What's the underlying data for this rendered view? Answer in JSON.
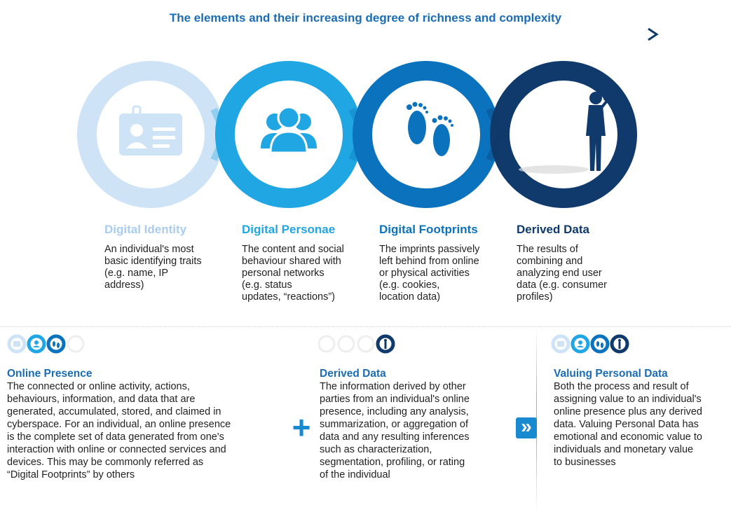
{
  "header": {
    "title": "The elements and their increasing degree of richness and complexity"
  },
  "colors": {
    "identity": "#cfe3f7",
    "personae": "#20a6e2",
    "footprints": "#0b72bd",
    "derived": "#0f3a6b",
    "accent": "#1a6db5"
  },
  "stages": [
    {
      "title": "Digital Identity",
      "description": [
        "An individual's most",
        "basic identifying traits",
        "(e.g. name, IP",
        "address)"
      ],
      "icon": "id-badge-icon"
    },
    {
      "title": "Digital Personae",
      "description": [
        "The content and social",
        "behaviour shared with",
        "personal networks",
        "(e.g. status",
        "updates, “reactions”)"
      ],
      "icon": "people-group-icon"
    },
    {
      "title": "Digital Footprints",
      "description": [
        "The imprints passively",
        "left behind from online",
        "or physical activities",
        "(e.g. cookies,",
        "location data)"
      ],
      "icon": "footprints-icon"
    },
    {
      "title": "Derived Data",
      "description": [
        "The results of",
        "combining and",
        "analyzing end user",
        "data (e.g. consumer",
        "profiles)"
      ],
      "icon": "person-on-phone-icon"
    }
  ],
  "sections": [
    {
      "title": "Online Presence",
      "body": [
        "The connected or online activity, actions,",
        "behaviours, information, and data that are",
        "generated, accumulated, stored, and claimed in",
        "cyberspace. For an individual, an online presence",
        "is the complete set of data generated from one's",
        "interaction with online or connected services and",
        "devices. This may be commonly referred as",
        "“Digital Footprints” by others"
      ]
    },
    {
      "title": "Derived Data",
      "body": [
        "The information derived by other",
        "parties from an individual's online",
        "presence, including any analysis,",
        "summarization, or aggregation of",
        "data and any resulting inferences",
        "such as characterization,",
        "segmentation, profiling, or rating",
        "of the individual"
      ]
    },
    {
      "title": "Valuing Personal Data",
      "body": [
        "Both the process and result of",
        "assigning  value to an individual's",
        "online presence plus any derived",
        "data. Valuing Personal Data has",
        "emotional and economic value to",
        "individuals and monetary value",
        "to businesses"
      ]
    }
  ],
  "operators": {
    "plus": "+",
    "chevron": "»"
  }
}
